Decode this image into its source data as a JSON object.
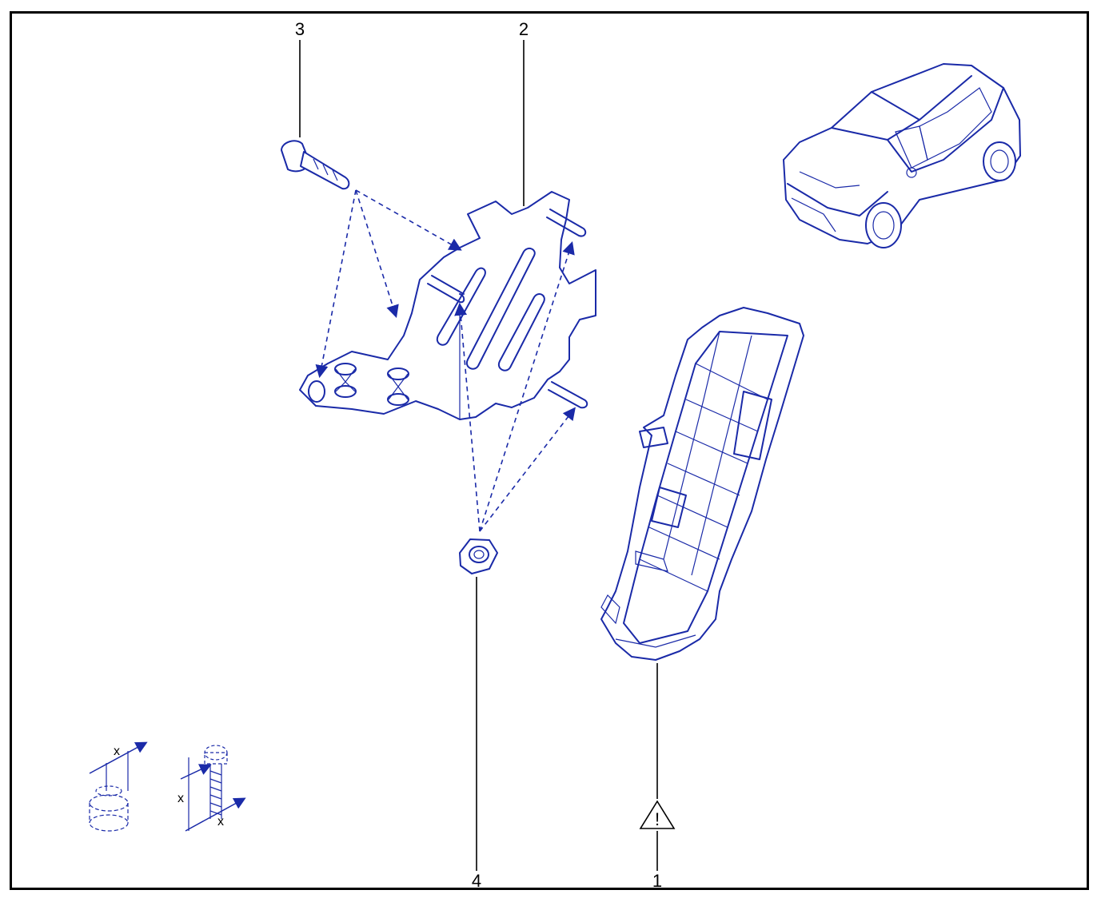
{
  "callouts": [
    {
      "id": "1",
      "label": "1"
    },
    {
      "id": "2",
      "label": "2"
    },
    {
      "id": "3",
      "label": "3"
    },
    {
      "id": "4",
      "label": "4"
    }
  ],
  "torque_symbols": {
    "nut_dimension": "x",
    "bolt_length_dimension": "x",
    "bolt_thread_dimension": "x"
  },
  "warning_symbol": "!",
  "colors": {
    "line_art": "#1a2aa8",
    "frame": "#000000",
    "background": "#ffffff"
  },
  "icons": [
    "warning-triangle-icon",
    "vehicle-illustration",
    "nut-torque-icon",
    "bolt-torque-icon"
  ]
}
